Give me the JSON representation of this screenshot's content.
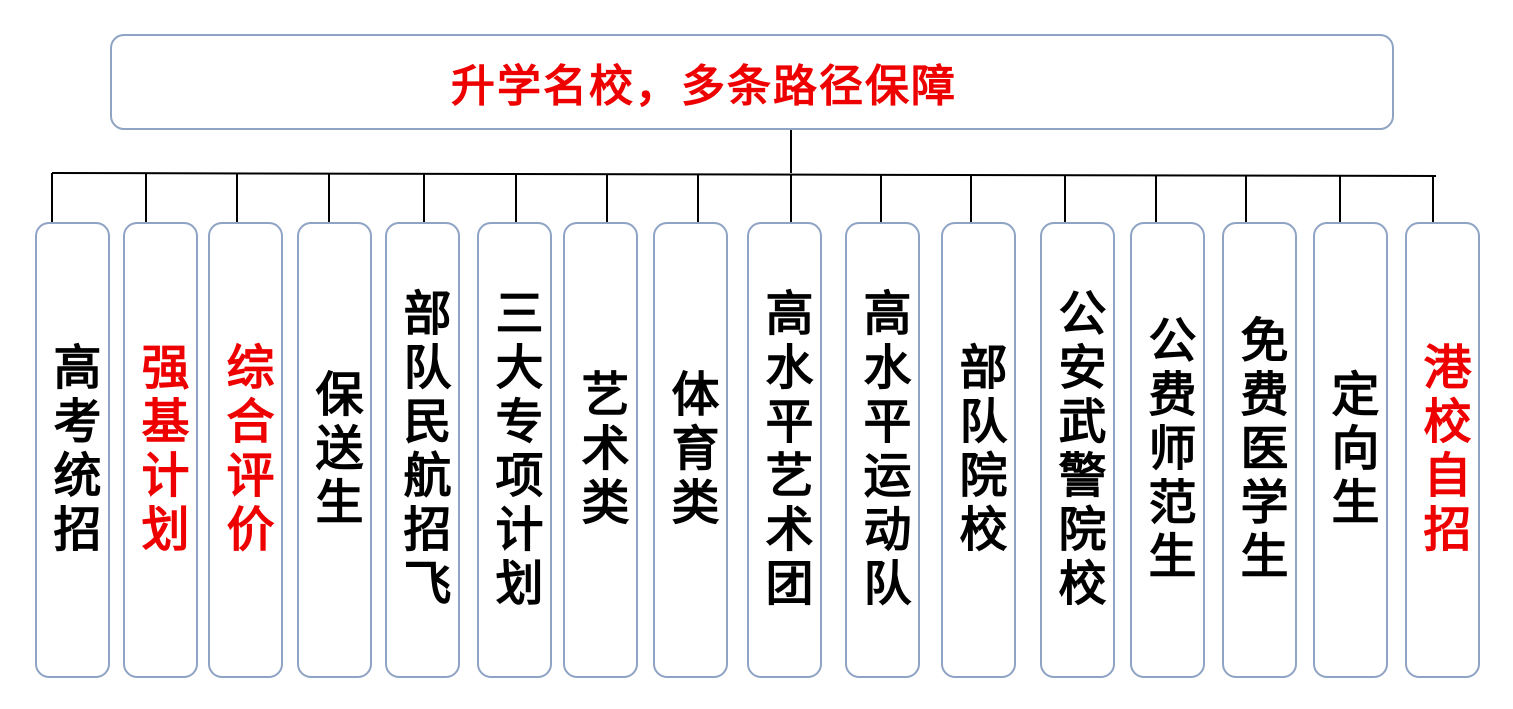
{
  "title": {
    "text": "升学名校，多条路径保障",
    "color": "#ee0000"
  },
  "nodes": [
    {
      "label": "高考统招",
      "color": "#000000"
    },
    {
      "label": "强基计划",
      "color": "#ee0000"
    },
    {
      "label": "综合评价",
      "color": "#ee0000"
    },
    {
      "label": "保送生",
      "color": "#000000"
    },
    {
      "label": "部队民航招飞",
      "color": "#000000"
    },
    {
      "label": "三大专项计划",
      "color": "#000000"
    },
    {
      "label": "艺术类",
      "color": "#000000"
    },
    {
      "label": "体育类",
      "color": "#000000"
    },
    {
      "label": "高水平艺术团",
      "color": "#000000"
    },
    {
      "label": "高水平运动队",
      "color": "#000000"
    },
    {
      "label": "部队院校",
      "color": "#000000"
    },
    {
      "label": "公安武警院校",
      "color": "#000000"
    },
    {
      "label": "公费师范生",
      "color": "#000000"
    },
    {
      "label": "免费医学生",
      "color": "#000000"
    },
    {
      "label": "定向生",
      "color": "#000000"
    },
    {
      "label": "港校自招",
      "color": "#ee0000"
    }
  ]
}
